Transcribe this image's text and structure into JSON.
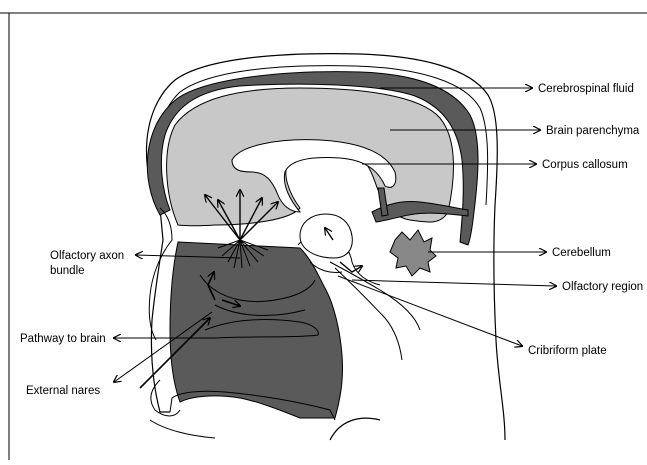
{
  "labels": {
    "cerebrospinal_fluid": "Cerebrospinal fluid",
    "brain_parenchyma": "Brain parenchyma",
    "corpus_callosum": "Corpus callosum",
    "cerebellum": "Cerebellum",
    "olfactory_region": "Olfactory region",
    "cribriform_plate": "Cribriform plate",
    "olfactory_axon_bundle_line1": "Olfactory axon",
    "olfactory_axon_bundle_line2": "bundle",
    "pathway_to_brain": "Pathway to brain",
    "external_nares": "External nares"
  },
  "colors": {
    "dark_gray": "#5a5a5a",
    "light_gray": "#c8c8c8",
    "outline": "#000000",
    "background": "#ffffff"
  }
}
